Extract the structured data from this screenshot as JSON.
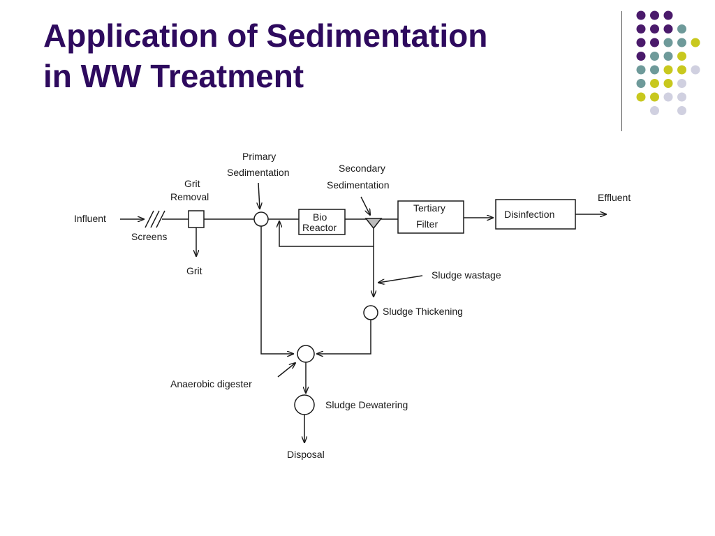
{
  "title": {
    "line1": "Application of Sedimentation",
    "line2": "in WW Treatment"
  },
  "colors": {
    "title": "#2e0a5e",
    "dot_purple": "#4a1a6b",
    "dot_teal": "#6e9a9a",
    "dot_yellow": "#c8c81e",
    "dot_lavender": "#d0d0e0",
    "diagram_ink": "#1a1a1a"
  },
  "decoration": {
    "dot_rows": [
      [
        "purple",
        "purple",
        "purple",
        null,
        null
      ],
      [
        "purple",
        "purple",
        "purple",
        "teal",
        null
      ],
      [
        "purple",
        "purple",
        "teal",
        "teal",
        "yellow"
      ],
      [
        "purple",
        "teal",
        "teal",
        "yellow",
        null
      ],
      [
        "teal",
        "teal",
        "yellow",
        "yellow",
        "lavender"
      ],
      [
        "teal",
        "yellow",
        "yellow",
        "lavender",
        null
      ],
      [
        "yellow",
        "yellow",
        "lavender",
        "lavender",
        null
      ],
      [
        null,
        "lavender",
        null,
        "lavender",
        null
      ]
    ]
  },
  "diagram": {
    "labels": {
      "influent": "Influent",
      "screens": "Screens",
      "grit_removal_1": "Grit",
      "grit_removal_2": "Removal",
      "grit": "Grit",
      "primary_1": "Primary",
      "primary_2": "Sedimentation",
      "bio_1": "Bio",
      "bio_2": "Reactor",
      "secondary_1": "Secondary",
      "secondary_2": "Sedimentation",
      "tertiary_1": "Tertiary",
      "tertiary_2": "Filter",
      "disinfection": "Disinfection",
      "effluent": "Effluent",
      "sludge_wastage": "Sludge wastage",
      "sludge_thickening": "Sludge Thickening",
      "anaerobic_digester": "Anaerobic digester",
      "sludge_dewatering": "Sludge Dewatering",
      "disposal": "Disposal"
    }
  }
}
